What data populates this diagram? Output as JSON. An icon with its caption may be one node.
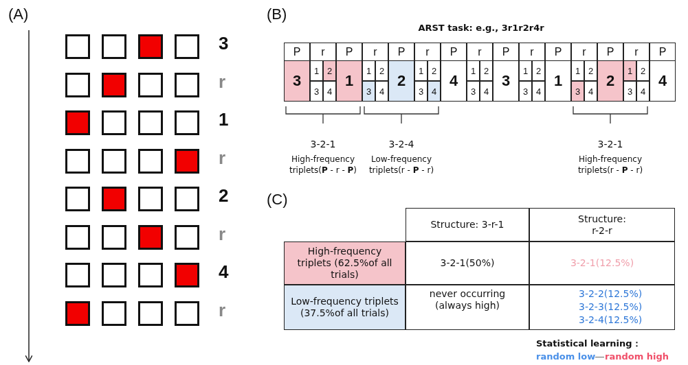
{
  "diagram": {
    "labels": [
      "(A)",
      "3",
      "r",
      "1",
      "r",
      "2",
      "r",
      "4",
      "r",
      "(B)",
      "ARST  task: e.g., 3r1r2r4r",
      "P",
      "r",
      "P",
      "r",
      "P",
      "r",
      "P",
      "r",
      "P",
      "r",
      "P",
      "r",
      "P",
      "r",
      "P",
      "3",
      "1",
      "2",
      "3",
      "4",
      "1",
      "1",
      "2",
      "3",
      "4",
      "2",
      "1",
      "2",
      "3",
      "4",
      "4",
      "1",
      "2",
      "3",
      "4",
      "3",
      "1",
      "2",
      "3",
      "4",
      "1",
      "1",
      "2",
      "3",
      "4",
      "2",
      "1",
      "2",
      "3",
      "4",
      "4",
      "3-2-1",
      "High-frequency triplets(**P** - r - **P**)",
      "3-2-4",
      "Low-frequency triplets(r - **P** - r)",
      "3-2-1",
      "High-frequency triplets(r - **P** - r)",
      "(C)",
      "Structure: 3-r-1",
      "Structure: r-2-r",
      "High-frequency triplets (62.5%of all trials)",
      "3-2-1(50%)",
      "3-2-1(12.5%)",
      "Low-frequency triplets (37.5%of all trials)",
      "never occurring (always high)",
      "3-2-2(12.5%)",
      "3-2-3(12.5%)",
      "3-2-4(12.5%)",
      "Statistical learning：",
      "random low",
      "—",
      "random high"
    ]
  }
}
